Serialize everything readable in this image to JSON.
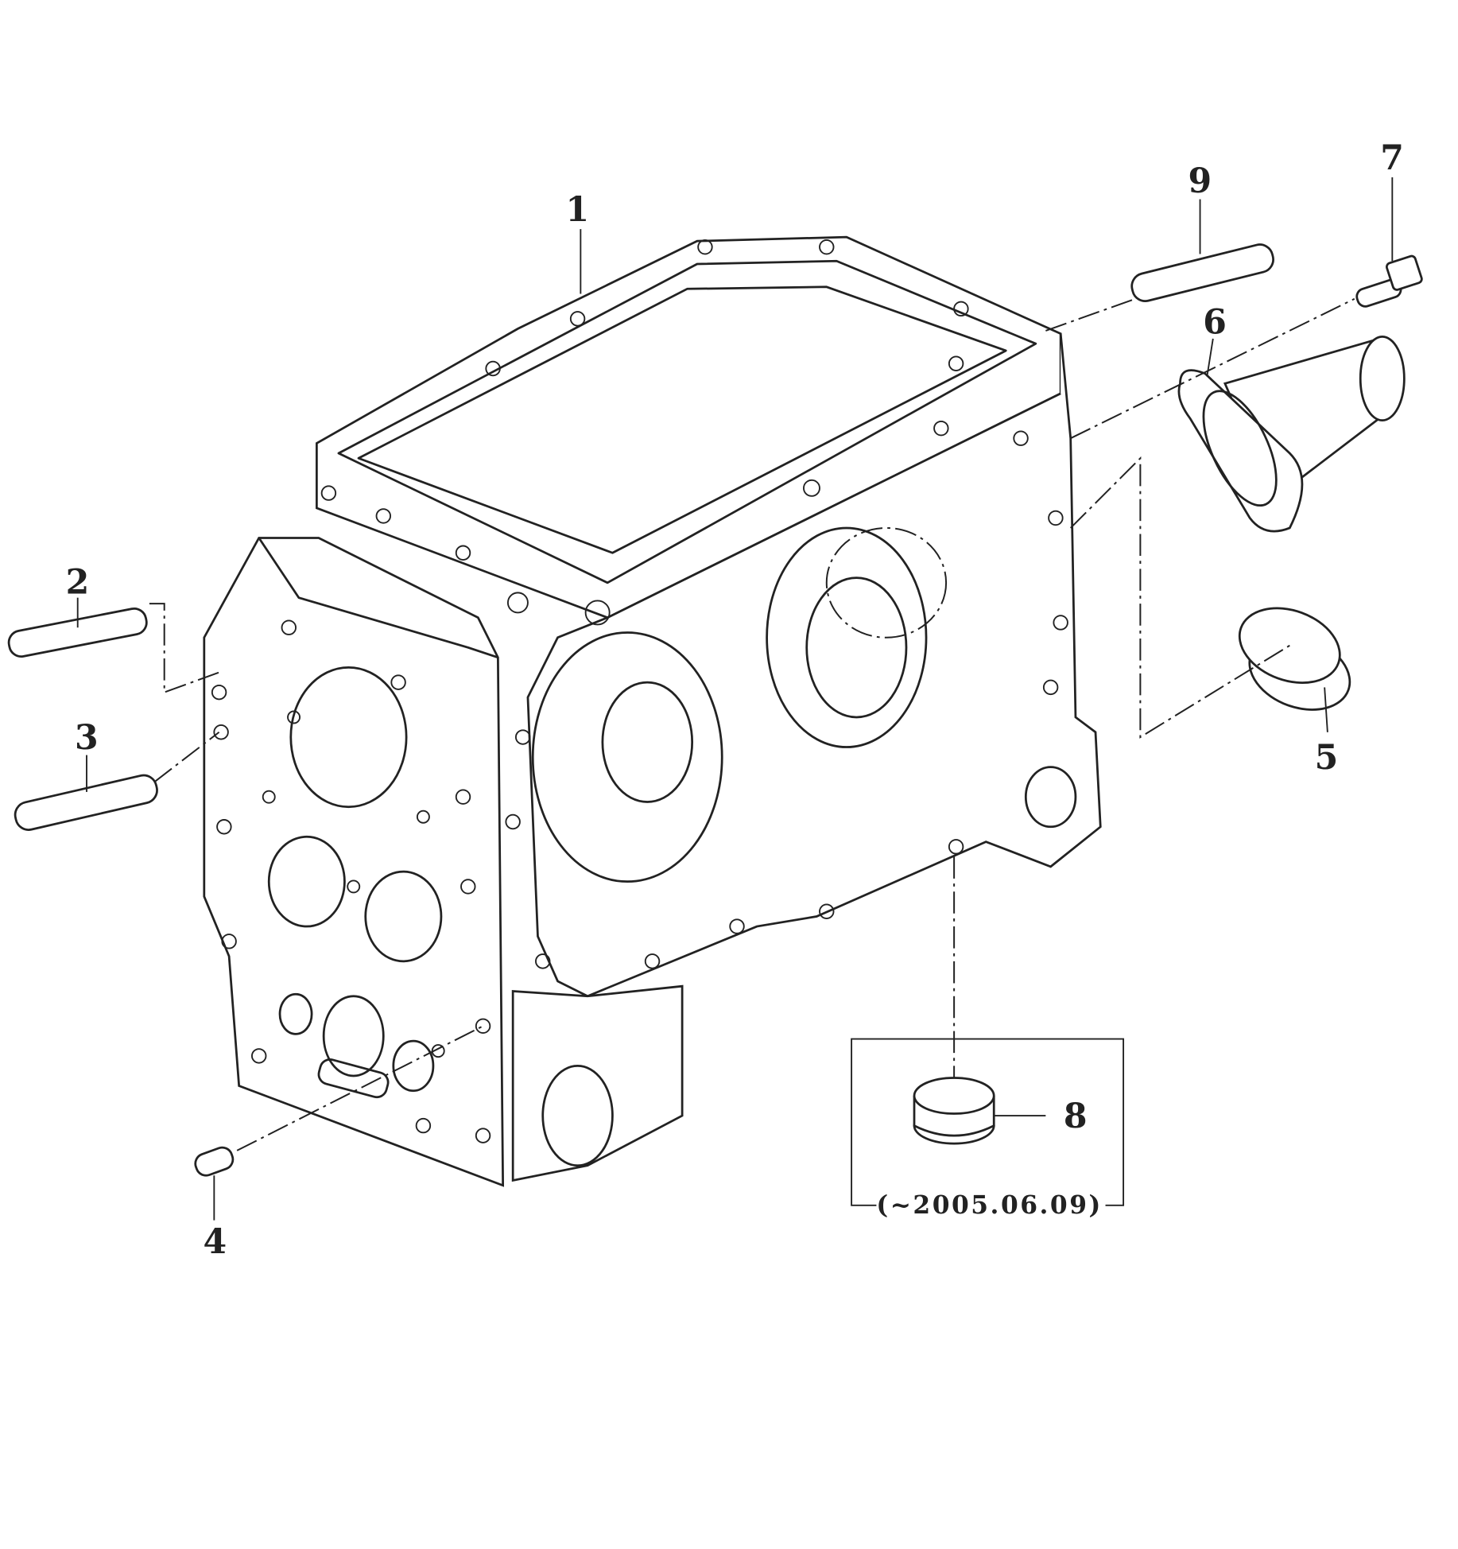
{
  "diagram": {
    "type": "exploded-parts-diagram",
    "callouts": [
      {
        "id": "1",
        "label": "1"
      },
      {
        "id": "2",
        "label": "2"
      },
      {
        "id": "3",
        "label": "3"
      },
      {
        "id": "4",
        "label": "4"
      },
      {
        "id": "5",
        "label": "5"
      },
      {
        "id": "6",
        "label": "6"
      },
      {
        "id": "7",
        "label": "7"
      },
      {
        "id": "8",
        "label": "8"
      },
      {
        "id": "9",
        "label": "9"
      }
    ],
    "date_note": "(~2005.06.09)"
  }
}
